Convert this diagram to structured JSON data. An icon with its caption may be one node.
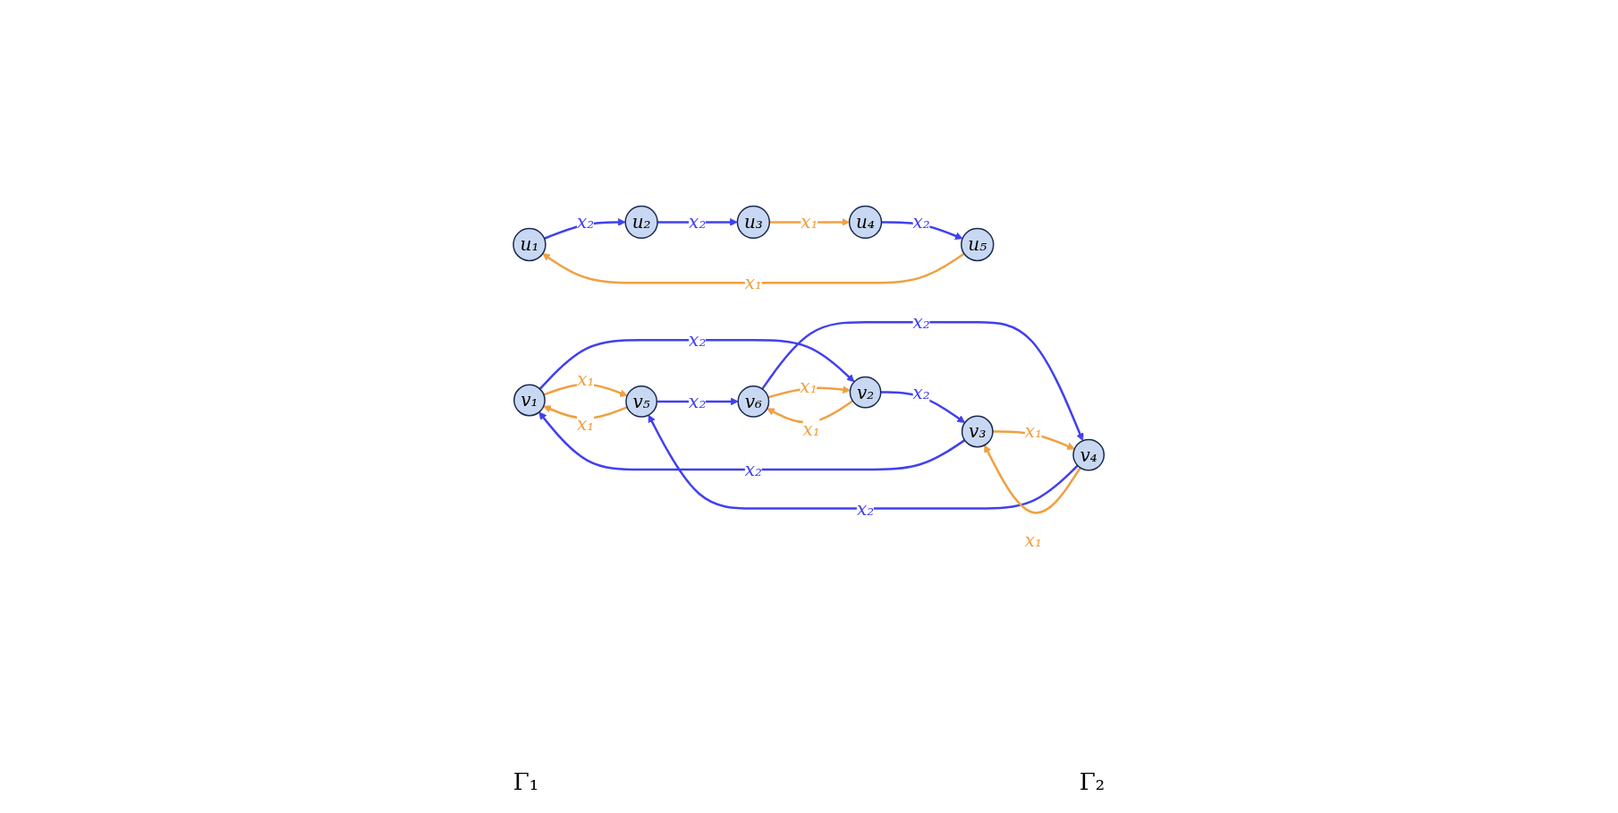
{
  "diagram": {
    "nodes": [
      {
        "text": [
          "u₁"
        ]
      },
      {
        "text": [
          "u₂"
        ]
      },
      {
        "text": [
          "u₃"
        ]
      },
      {
        "text": [
          "u₄"
        ]
      },
      {
        "text": [
          "u₅"
        ]
      },
      {
        "text": [
          "v₁"
        ]
      },
      {
        "text": [
          "v₂"
        ]
      },
      {
        "text": [
          "v₃"
        ]
      },
      {
        "text": [
          "v₄"
        ]
      },
      {
        "text": [
          "v₅"
        ]
      },
      {
        "text": [
          "v₆"
        ]
      }
    ],
    "edges": [
      {
        "from": 0,
        "to": 1,
        "arrow": "to",
        "label": "x₂"
      },
      {
        "from": 1,
        "to": 2,
        "arrow": "to",
        "label": "x₂"
      },
      {
        "from": 2,
        "to": 3,
        "arrow": "to",
        "label": "x₁",
        "color": "#f0a040"
      },
      {
        "from": 3,
        "to": 4,
        "arrow": "to",
        "label": "x₂"
      },
      {
        "from": 4,
        "to": 0,
        "arrow": "to",
        "label": "x₁",
        "color": "#f0a040"
      },
      {
        "from": 9,
        "to": 5,
        "arrow": "to",
        "label": "x₁",
        "color": "#f0a040"
      },
      {
        "from": 5,
        "to": 9,
        "arrow": "to",
        "label": "x₁",
        "color": "#f0a040"
      },
      {
        "from": 5,
        "to": 6,
        "arrow": "to",
        "label": "x₂"
      },
      {
        "from": 9,
        "to": 10,
        "arrow": "to",
        "label": "x₂"
      },
      {
        "from": 10,
        "to": 6,
        "arrow": "to",
        "label": "x₁",
        "color": "#f0a040"
      },
      {
        "from": 6,
        "to": 10,
        "arrow": "to",
        "label": "x₁",
        "color": "#f0a040"
      },
      {
        "from": 7,
        "to": 5,
        "arrow": "to",
        "label": "x₂"
      },
      {
        "from": 10,
        "to": 8,
        "arrow": "to",
        "label": "x₂"
      },
      {
        "from": 8,
        "to": 9,
        "arrow": "to",
        "label": "x₂"
      },
      {
        "from": 6,
        "to": 7,
        "arrow": "to",
        "label": "x₂"
      },
      {
        "from": 8,
        "to": 7,
        "arrow": "to",
        "label": "x₁",
        "color": "#f0a040"
      },
      {
        "from": 7,
        "to": 8,
        "arrow": "to",
        "label": "x₁",
        "color": "#f0a040"
      }
    ],
    "labels": [
      "Γ₁",
      "Γ₂"
    ]
  }
}
